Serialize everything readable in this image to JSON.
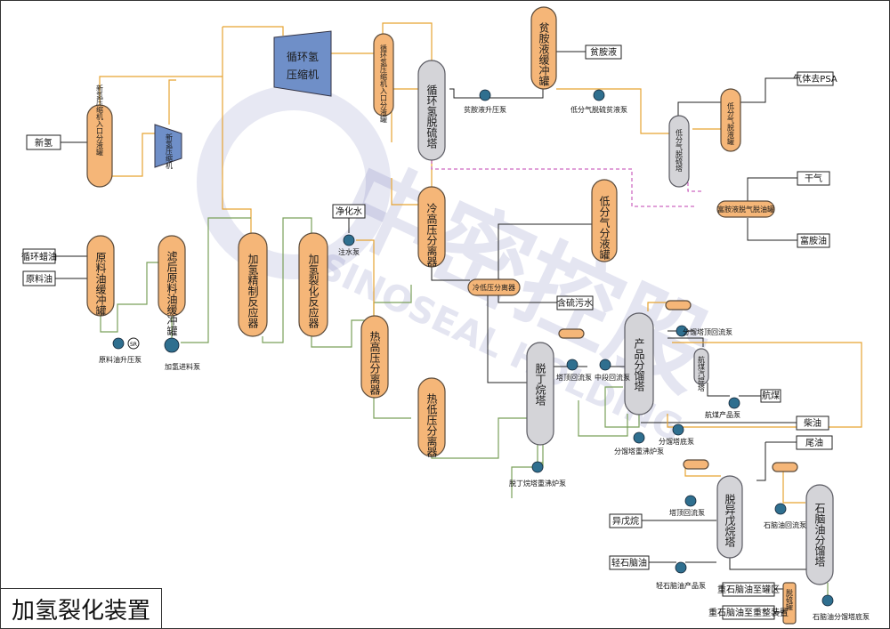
{
  "title": "加氢裂化装置",
  "watermark": {
    "cn": "中密控股",
    "en": "SINOSEAL HOLDING"
  },
  "colors": {
    "vessel_orange": "#f5b678",
    "vessel_gray": "#d4d4d8",
    "line_yellow": "#e6a332",
    "line_green": "#7aa05a",
    "line_magenta": "#c040b0",
    "pump_blue": "#2f6f8f"
  },
  "vessels": {
    "new_h2_drum": "新氢压缩机入口分液罐",
    "new_h2_comp": "新氢压缩机",
    "recycle_comp": "循环氢压缩机",
    "recycle_comp_drum": "循环氢压缩机入口分液罐",
    "recycle_desulf": "循环氢脱硫塔",
    "rich_amine_drum": "贫胺液缓冲罐",
    "lowp_desulf": "低分气脱硫塔",
    "lowp_gas_drum": "低分气脱液罐",
    "rich_amine_flash": "富胺液脱气脱油罐",
    "feed_buffer": "原料油缓冲罐",
    "filtered_feed": "滤后原料油缓冲罐",
    "hydrotreat_reactor": "加氢精制反应器",
    "hydrocrack_reactor": "加氢裂化反应器",
    "cold_hp_sep": "冷高压分离器",
    "lowp_gas_sep": "低分气分液罐",
    "cold_lp_sep": "冷低压分离器",
    "hot_hp_sep": "热高压分离器",
    "hot_lp_sep": "热低压分离器",
    "debutanizer": "脱丁烷塔",
    "product_fractionator": "产品分馏塔",
    "kero_stripper": "航煤汽提塔",
    "deisopentanizer": "脱异戊烷塔",
    "naphtha_splitter": "石脑油分馏塔",
    "sulfur_tank": "脱硫罐"
  },
  "streams": {
    "new_h2": "新氢",
    "recycle_oil": "循环蜡油",
    "feed_oil": "原料油",
    "purified_water": "净化水",
    "lean_amine": "贫胺液",
    "gas_psa": "气体去PSA",
    "dry_gas": "干气",
    "rich_amine_oil": "富胺油",
    "sour_water": "含硫污水",
    "aviation": "航煤",
    "diesel": "柴油",
    "tail_oil": "尾油",
    "isopentane": "异戊烷",
    "light_naphtha": "轻石脑油",
    "heavy_naphtha_tank": "重石脑油至罐区",
    "heavy_naphtha_reform": "重石脑油至重整装置"
  },
  "pumps": {
    "feed_boost": "原料油升压泵",
    "feed_charge": "加氢进料泵",
    "water_inject": "注水泵",
    "lean_amine_boost": "贫胺液升压泵",
    "lowp_lean_amine": "低分气脱硫贫液泵",
    "debut_top_reflux": "塔顶回流泵",
    "debut_reboiler": "脱丁烷塔重沸炉泵",
    "mid_reflux": "中段回流泵",
    "frac_top_reflux": "分馏塔顶回流泵",
    "frac_reboiler": "分馏塔重沸炉泵",
    "frac_bottom": "分馏塔底泵",
    "kero_product": "航煤产品泵",
    "dip_top_reflux": "塔顶回流泵",
    "naphtha_reflux": "石脑油回流泵",
    "light_naphtha_product": "轻石脑油产品泵",
    "naphtha_bottom": "石脑油分馏塔底泵"
  }
}
